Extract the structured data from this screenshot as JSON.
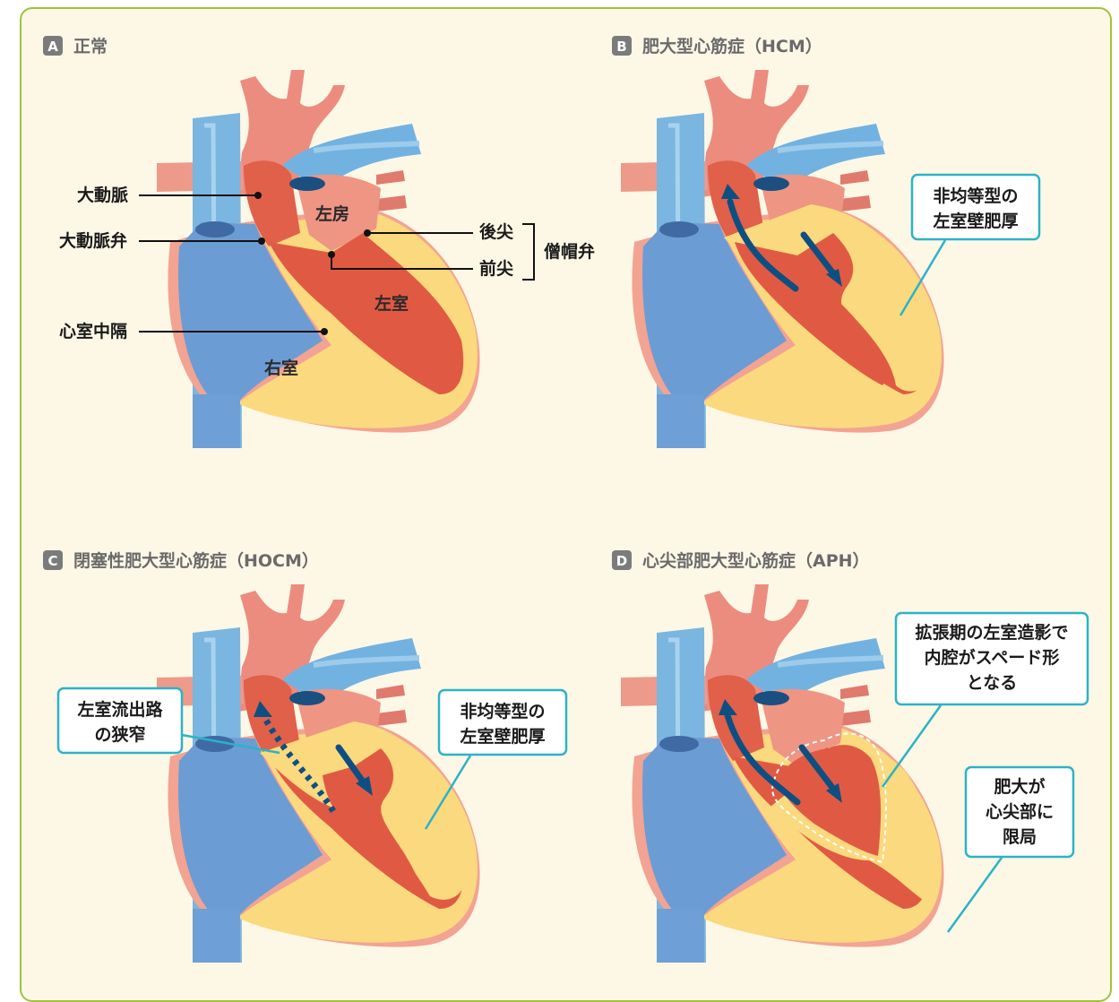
{
  "panels": [
    {
      "badge": "A",
      "title": "正常"
    },
    {
      "badge": "B",
      "title": "肥大型心筋症（HCM）"
    },
    {
      "badge": "C",
      "title": "閉塞性肥大型心筋症（HOCM）"
    },
    {
      "badge": "D",
      "title": "心尖部肥大型心筋症（APH）"
    }
  ],
  "panelA_labels": {
    "aorta": "大動脈",
    "aortic_valve": "大動脈弁",
    "septum": "心室中隔",
    "left_atrium": "左房",
    "left_ventricle": "左室",
    "right_ventricle": "右室",
    "posterior_leaflet": "後尖",
    "anterior_leaflet": "前尖",
    "mitral_valve": "僧帽弁"
  },
  "callouts": {
    "b_asym": [
      "非均等型の",
      "左室壁肥厚"
    ],
    "c_outflow": [
      "左室流出路",
      "の狭窄"
    ],
    "c_asym": [
      "非均等型の",
      "左室壁肥厚"
    ],
    "d_spade": [
      "拡張期の左室造影で",
      "内腔がスペード形",
      "となる"
    ],
    "d_apex": [
      "肥大が",
      "心尖部に",
      "限局"
    ]
  },
  "colors": {
    "border": "#9cc43e",
    "background": "#fdf7e6",
    "myocardium": "#fbd97e",
    "left_chamber": "#e05a43",
    "right_ventricle": "#6c9cd4",
    "vessel_blue": "#7ab6e0",
    "atrium_pink": "#f0a696",
    "callout_border": "#2bb3c7",
    "flow_arrow": "#0e4f82"
  }
}
